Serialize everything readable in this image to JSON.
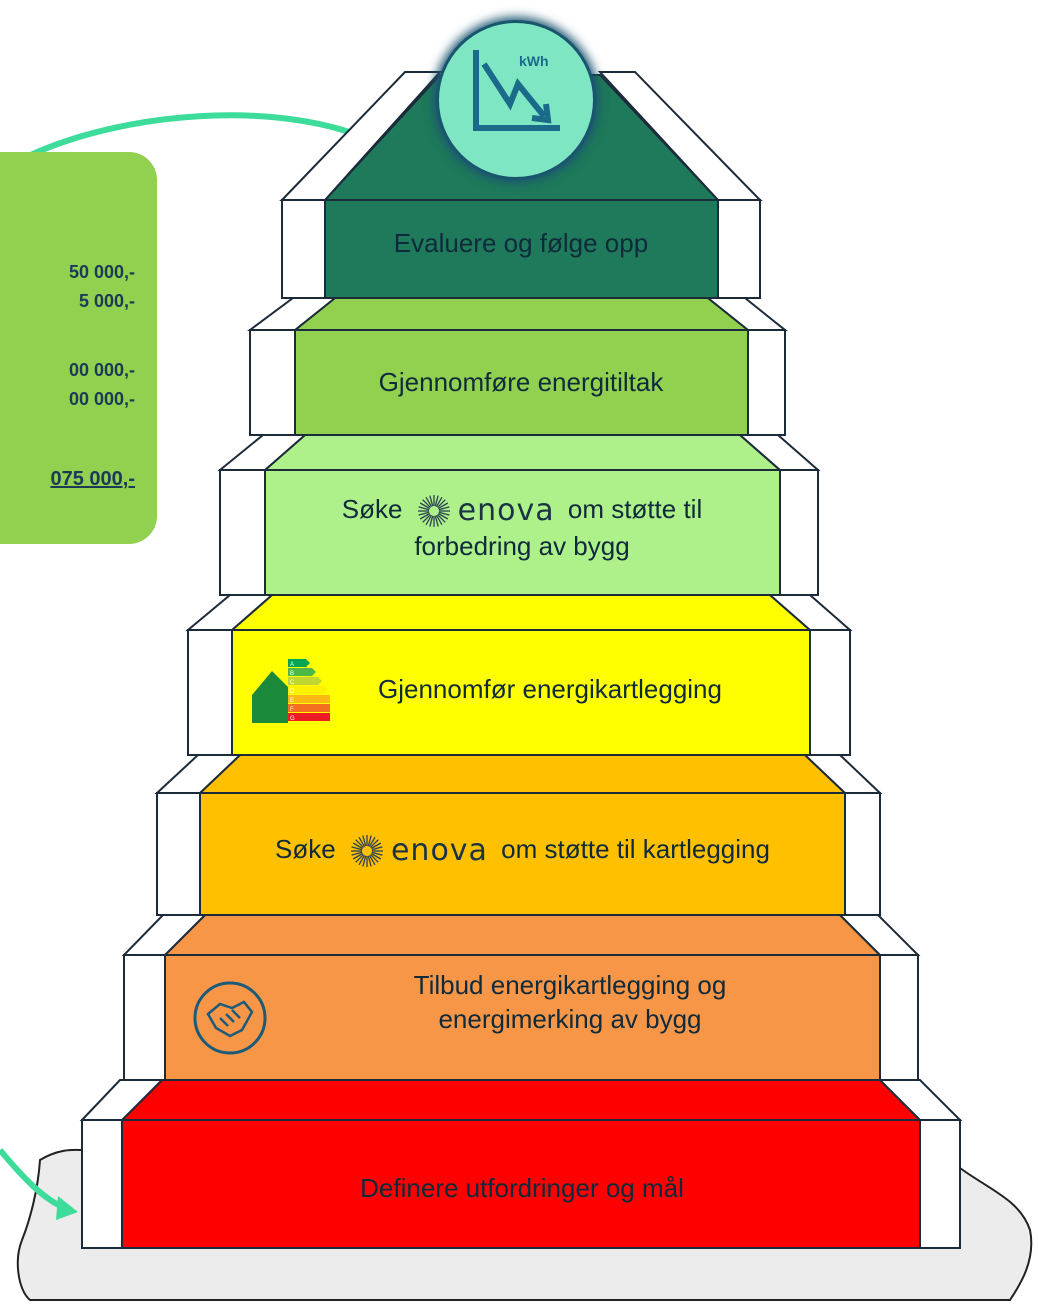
{
  "steps": [
    {
      "id": "step-1",
      "label": "Definere utfordringer og mål",
      "color": "#ff0000"
    },
    {
      "id": "step-2",
      "label_line1": "Tilbud energikartlegging og",
      "label_line2": "energimerking av bygg",
      "color": "#f79646",
      "icon": "handshake-icon"
    },
    {
      "id": "step-3",
      "label_before": "Søke",
      "label_after": "om støtte til kartlegging",
      "brand": "enova",
      "color": "#ffc000"
    },
    {
      "id": "step-4",
      "label": "Gjennomfør energikartlegging",
      "color": "#ffff00",
      "icon": "energy-label-house-icon",
      "energy_classes": [
        "A",
        "B",
        "C",
        "D",
        "E",
        "F",
        "G"
      ]
    },
    {
      "id": "step-5",
      "label_before": "Søke",
      "label_after": "om støtte til",
      "label_line2": "forbedring av bygg",
      "brand": "enova",
      "color": "#aef18a"
    },
    {
      "id": "step-6",
      "label": "Gjennomføre energitiltak",
      "color": "#92d050"
    },
    {
      "id": "step-7",
      "label": "Evaluere og følge opp",
      "color": "#1e7a5a"
    }
  ],
  "top_badge": {
    "icon": "kwh-decrease-chart-icon",
    "text": "kWh",
    "color": "#7ee6c2"
  },
  "cost_box": {
    "color": "#92d050",
    "lines": [
      "50 000,-",
      "5 000,-",
      "00 000,-",
      "00 000,-"
    ],
    "total": "075 000,-"
  },
  "arrow_color": "#3ddc9a"
}
